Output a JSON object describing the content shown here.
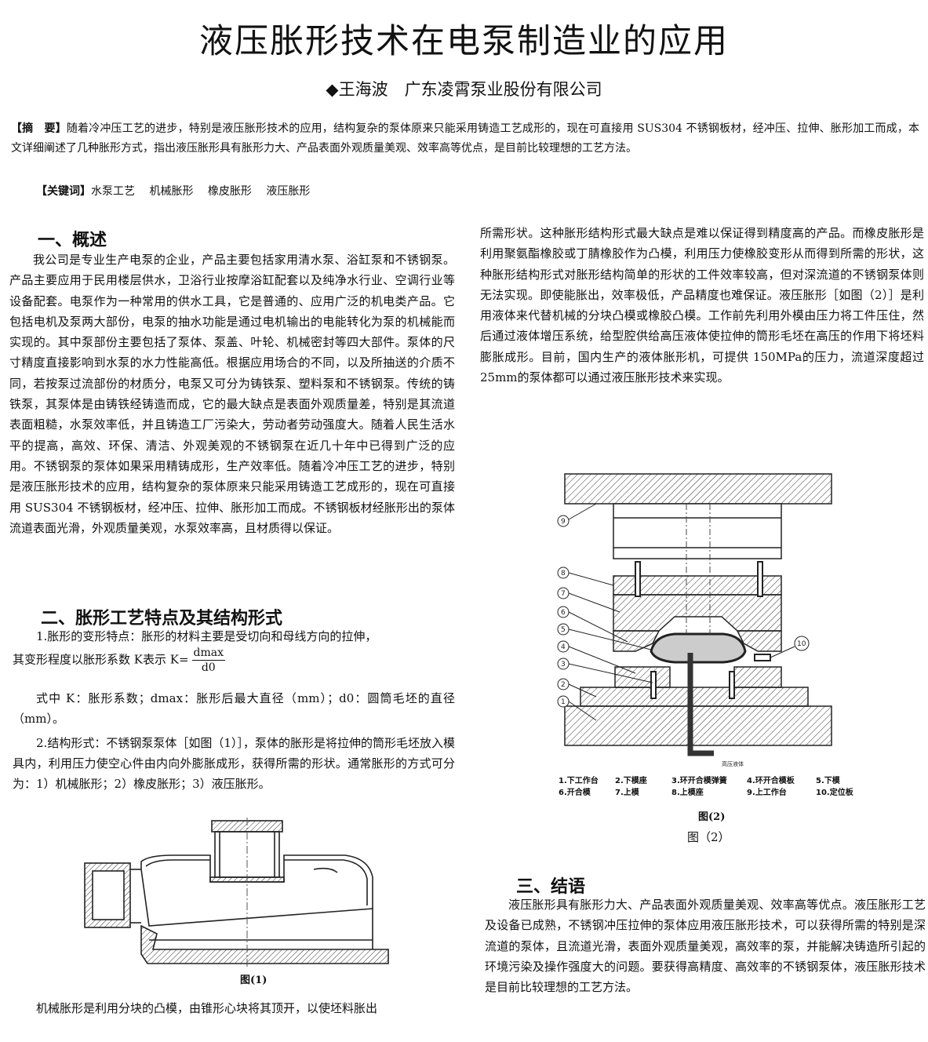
{
  "title": "液压胀形技术在电泵制造业的应用",
  "author": "◆王海波　广东凌霄泵业股份有限公司",
  "abstract": {
    "label": "【摘　要】",
    "text": "随着冷冲压工艺的进步，特别是液压胀形技术的应用，结构复杂的泵体原来只能采用铸造工艺成形的，现在可直接用 SUS304 不锈钢板材，经冲压、拉伸、胀形加工而成，本文详细阐述了几种胀形方式，指出液压胀形具有胀形力大、产品表面外观质量美观、效率高等优点，是目前比较理想的工艺方法。"
  },
  "keywords": {
    "label": "【关键词】",
    "text": "水泵工艺　 机械胀形　 橡皮胀形　 液压胀形"
  },
  "section1": {
    "heading": "一、概述",
    "para": "我公司是专业生产电泵的企业，产品主要包括家用清水泵、浴缸泵和不锈钢泵。产品主要应用于民用楼层供水，卫浴行业按摩浴缸配套以及纯净水行业、空调行业等设备配套。电泵作为一种常用的供水工具，它是普通的、应用广泛的机电类产品。它包括电机及泵两大部份，电泵的抽水功能是通过电机输出的电能转化为泵的机械能而实现的。其中泵部份主要包括了泵体、泵盖、叶轮、机械密封等四大部件。泵体的尺寸精度直接影响到水泵的水力性能高低。根据应用场合的不同，以及所抽送的介质不同，若按泵过流部份的材质分，电泵又可分为铸铁泵、塑料泵和不锈钢泵。传统的铸铁泵，其泵体是由铸铁经铸造而成，它的最大缺点是表面外观质量差，特别是其流道表面粗糙，水泵效率低，并且铸造工厂污染大，劳动者劳动强度大。随着人民生活水平的提高，高效、环保、清洁、外观美观的不锈钢泵在近几十年中已得到广泛的应用。不锈钢泵的泵体如果采用精铸成形，生产效率低。随着冷冲压工艺的进步，特别是液压胀形技术的应用，结构复杂的泵体原来只能采用铸造工艺成形的，现在可直接用 SUS304 不锈钢板材，经冲压、拉伸、胀形加工而成。不锈钢板材经胀形出的泵体流道表面光滑，外观质量美观，水泵效率高，且材质得以保证。"
  },
  "section2": {
    "heading": "二、胀形工艺特点及其结构形式",
    "p1": "1.胀形的变形特点：胀形的材料主要是受切向和母线方向的拉伸，",
    "p1b": "其变形程度以胀形系数 K表示 K=",
    "frac_num": "dmax",
    "frac_den": "d0",
    "p2": "式中 K：胀形系数；dmax：胀形后最大直径（mm）；d0：圆筒毛坯的直径（mm）。",
    "p3": "2.结构形式：不锈钢泵泵体［如图（1）］，泵体的胀形是将拉伸的筒形毛坯放入模具内，利用压力使空心件由内向外膨胀成形，获得所需的形状。通常胀形的方式可分为：1）机械胀形；2）橡皮胀形；3）液压胀形。",
    "fig1_caption": "图(1)",
    "p4": "机械胀形是利用分块的凸模，由锥形心块将其顶开，以使坯料胀出"
  },
  "right_col_para": "所需形状。这种胀形结构形式最大缺点是难以保证得到精度高的产品。而橡皮胀形是利用聚氨酯橡胶或丁腈橡胶作为凸模，利用压力使橡胶变形从而得到所需的形状，这种胀形结构形式对胀形结构简单的形状的工件效率较高，但对深流道的不锈钢泵体则无法实现。即使能胀出，效率极低，产品精度也难保证。液压胀形［如图（2）］是利用液体来代替机械的分块凸模或橡胶凸模。工作前先利用外模由压力将工件压住，然后通过液体增压系统，给型腔供给高压液体使拉伸的筒形毛坯在高压的作用下将坯料膨胀成形。目前，国内生产的液体胀形机，可提供 150MPa的压力，流道深度超过 25mm的泵体都可以通过液压胀形技术来实现。",
  "fig2": {
    "legend": [
      "1.下工作台",
      "2.下模座",
      "3.环开合模弹簧",
      "4.环开合模板",
      "5.下模",
      "6.开合模",
      "7.上模",
      "8.上模座",
      "9.上工作台",
      "10.定位板"
    ],
    "caption_bold": "图(2)",
    "caption": "图（2）",
    "numbers": [
      "9",
      "8",
      "7",
      "6",
      "5",
      "4",
      "3",
      "2",
      "1",
      "10"
    ],
    "pipe_label": "高压液体"
  },
  "section3": {
    "heading": "三、结语",
    "para": "液压胀形具有胀形力大、产品表面外观质量美观、效率高等优点。液压胀形工艺及设备已成熟，不锈钢冲压拉伸的泵体应用液压胀形技术，可以获得所需的特别是深流道的泵体，且流道光滑，表面外观质量美观，高效率的泵，并能解决铸造所引起的环境污染及操作强度大的问题。要获得高精度、高效率的不锈钢泵体，液压胀形技术是目前比较理想的工艺方法。"
  }
}
